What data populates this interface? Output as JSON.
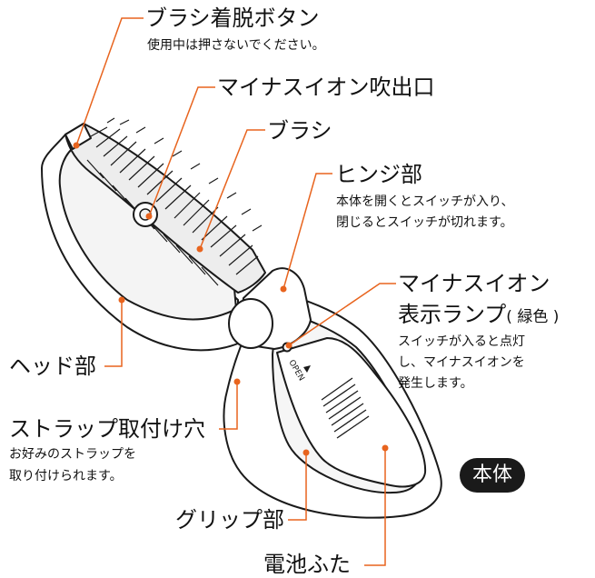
{
  "colors": {
    "leader": "#e8641e",
    "outline": "#1a1a1a",
    "badge_bg": "#1a1a1a",
    "badge_text": "#ffffff"
  },
  "labels": {
    "brush_release": {
      "title": "ブラシ着脱ボタン",
      "note": "使用中は押さないでください。"
    },
    "ion_outlet": {
      "title": "マイナスイオン吹出口"
    },
    "brush": {
      "title": "ブラシ"
    },
    "hinge": {
      "title": "ヒンジ部",
      "note_1": "本体を開くとスイッチが入り、",
      "note_2": "閉じるとスイッチが切れます。"
    },
    "ion_lamp": {
      "title_1": "マイナスイオン",
      "title_2": "表示ランプ",
      "title_paren": "( 緑色 )",
      "note_1": "スイッチが入ると点灯",
      "note_2": "し、マイナスイオンを",
      "note_3": "発生します。"
    },
    "head": {
      "title": "ヘッド部"
    },
    "strap_hole": {
      "title": "ストラップ取付け穴",
      "note_1": "お好みのストラップを",
      "note_2": "取り付けられます。"
    },
    "grip": {
      "title": "グリップ部"
    },
    "battery_cover": {
      "title": "電池ふた"
    }
  },
  "device": {
    "open_marking": "OPEN"
  },
  "badge": {
    "text": "本体"
  }
}
